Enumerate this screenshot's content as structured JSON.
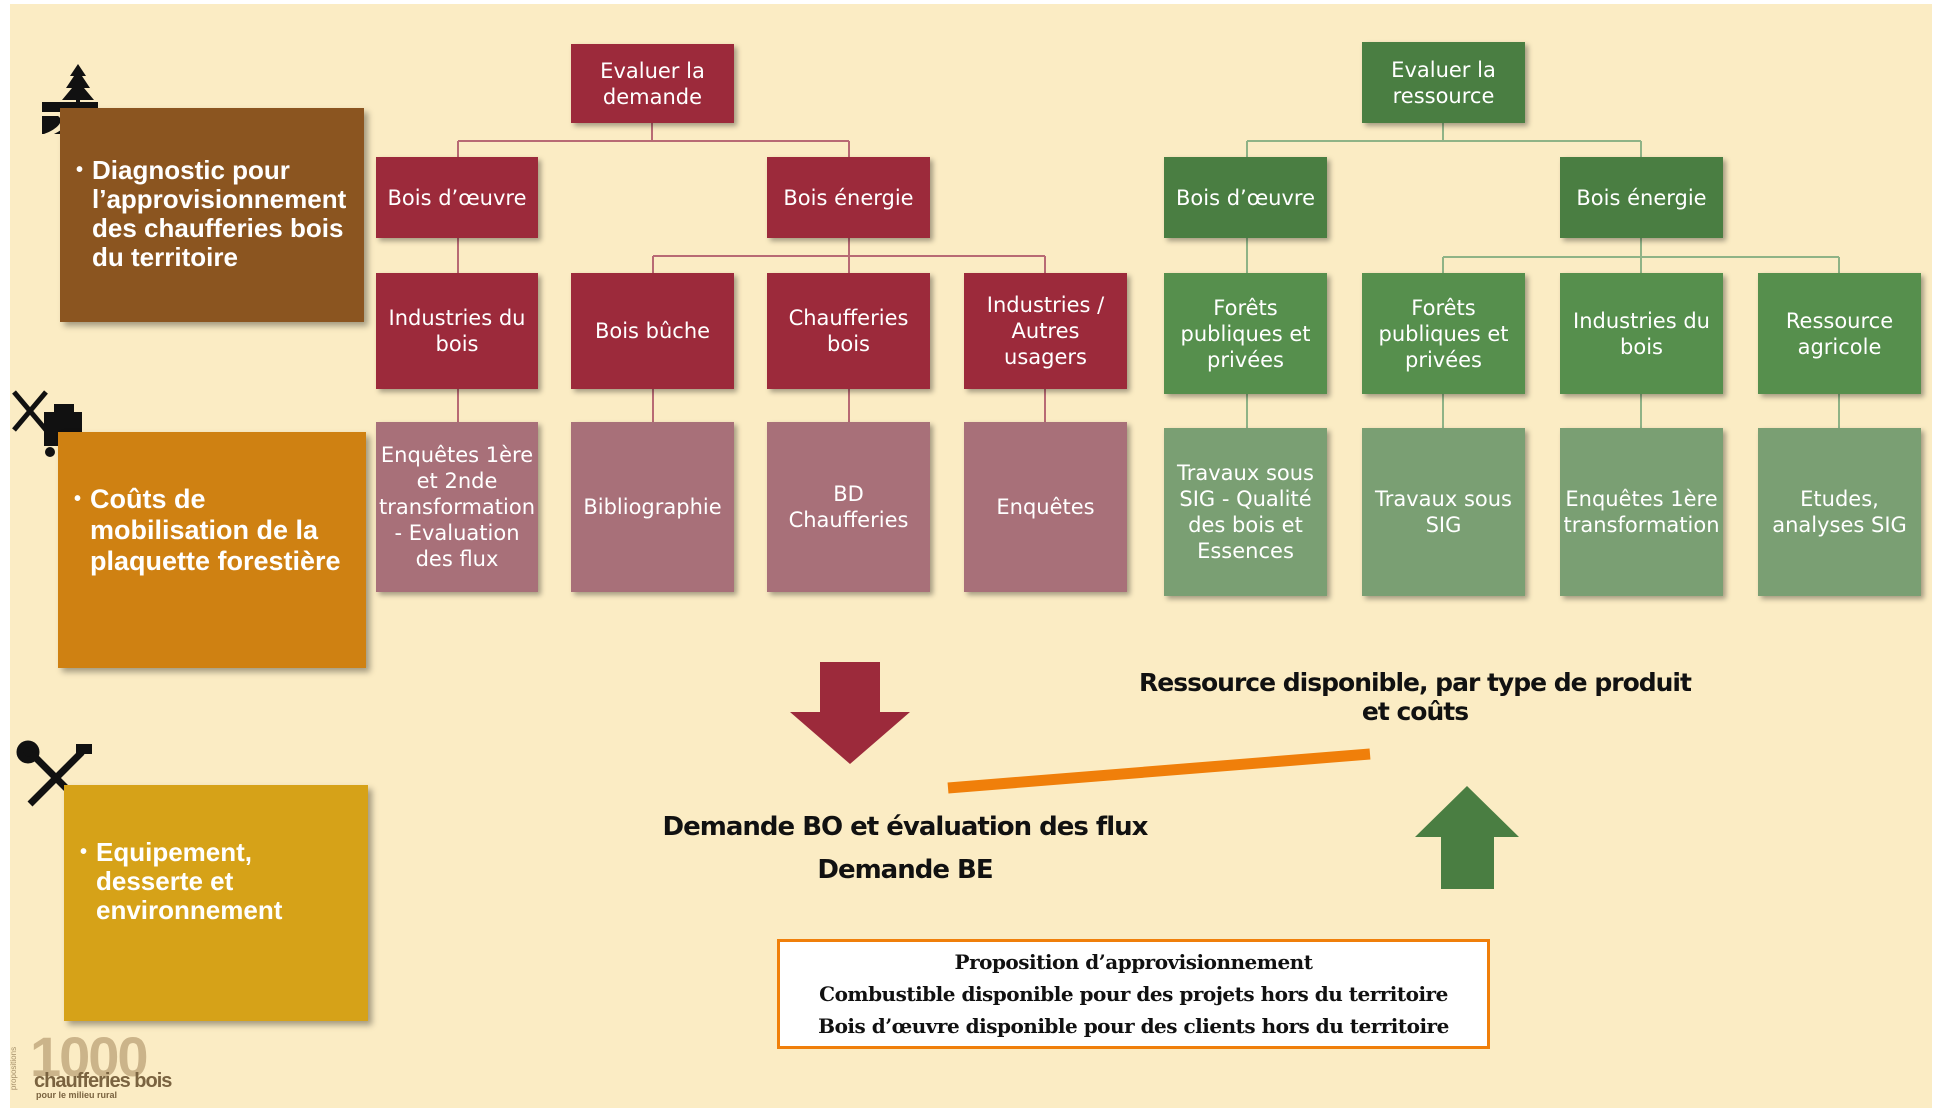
{
  "colors": {
    "background": "#fbecc4",
    "demand_dark": "#9c2a3b",
    "demand_light": "#a87079",
    "resource_dark": "#4a7e42",
    "resource_light": "#7a9f73",
    "accent_line": "#f07f0a"
  },
  "sidebar": {
    "items": [
      {
        "label": "Diagnostic pour l’approvisionnement des chaufferies bois du territoire",
        "icon": "forest-road-icon",
        "color": "#8b5520"
      },
      {
        "label": "Coûts de mobilisation de la plaquette forestière",
        "icon": "forestry-machine-icon",
        "color": "#cf8112"
      },
      {
        "label": "Equipement, desserte et environnement",
        "icon": "tools-icon",
        "color": "#d6a218"
      }
    ]
  },
  "demand": {
    "root": "Evaluer la demande",
    "branches": [
      "Bois d’œuvre",
      "Bois énergie"
    ],
    "level2": [
      "Industries du bois",
      "Bois bûche",
      "Chaufferies bois",
      "Industries / Autres usagers"
    ],
    "level3": [
      "Enquêtes 1ère et 2nde transformation - Evaluation des flux",
      "Bibliographie",
      "BD Chaufferies",
      "Enquêtes"
    ]
  },
  "resource": {
    "root": "Evaluer la ressource",
    "branches": [
      "Bois d’œuvre",
      "Bois énergie"
    ],
    "level2": [
      "Forêts publiques et privées",
      "Forêts publiques et privées",
      "Industries du bois",
      "Ressource agricole"
    ],
    "level3": [
      "Travaux sous SIG - Qualité des bois et Essences",
      "Travaux sous SIG",
      "Enquêtes 1ère transformation",
      "Etudes, analyses SIG"
    ]
  },
  "outputs": {
    "demand_line1": "Demande BO et évaluation des flux",
    "demand_line2": "Demande BE",
    "resource_line1": "Ressource disponible, par type de produit",
    "resource_line2": "et coûts"
  },
  "proposal": {
    "lines": [
      "Proposition d’approvisionnement",
      "Combustible disponible pour des projets hors du territoire",
      "Bois d’œuvre disponible pour des clients hors du territoire"
    ]
  },
  "logo": {
    "number": "1000",
    "name": "chaufferies bois",
    "tagline": "pour le milieu rural",
    "side_text": "propositions"
  }
}
